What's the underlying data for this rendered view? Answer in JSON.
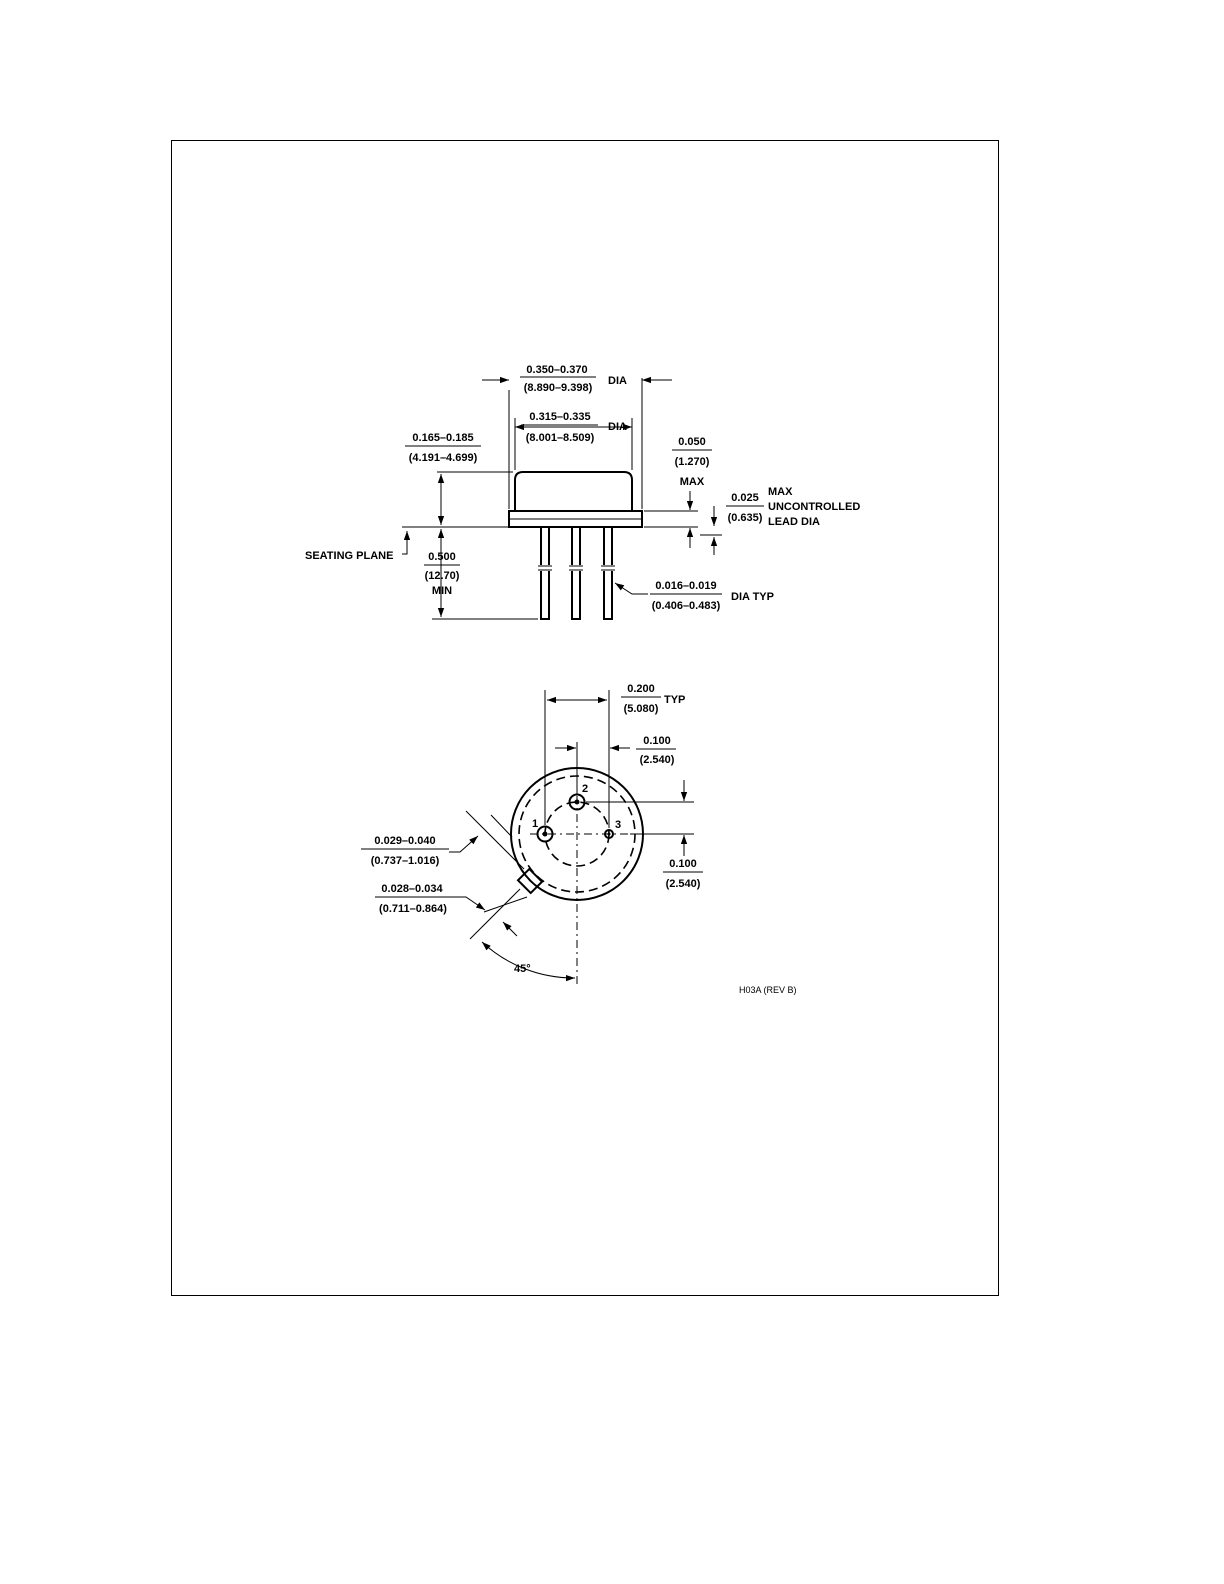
{
  "side_view": {
    "cap_dia": {
      "top": "0.350–0.370",
      "bottom": "(8.890–9.398)",
      "suffix": "DIA"
    },
    "body_dia": {
      "top": "0.315–0.335",
      "bottom": "(8.001–8.509)",
      "suffix": "DIA"
    },
    "height": {
      "top": "0.165–0.185",
      "bottom": "(4.191–4.699)"
    },
    "flange": {
      "top": "0.050",
      "bottom": "(1.270)",
      "suffix": "MAX"
    },
    "lead_uncontrolled": {
      "top": "0.025",
      "bottom": "(0.635)",
      "line1": "MAX",
      "line2": "UNCONTROLLED",
      "line3": "LEAD DIA"
    },
    "seating_plane": "SEATING PLANE",
    "lead_length": {
      "top": "0.500",
      "bottom": "(12.70)",
      "suffix": "MIN"
    },
    "lead_dia": {
      "top": "0.016–0.019",
      "bottom": "(0.406–0.483)",
      "suffix": "DIA TYP"
    }
  },
  "bottom_view": {
    "pin_circle": {
      "top": "0.200",
      "bottom": "(5.080)",
      "suffix": "TYP"
    },
    "half_spacing_h": {
      "top": "0.100",
      "bottom": "(2.540)"
    },
    "half_spacing_v": {
      "top": "0.100",
      "bottom": "(2.540)"
    },
    "tab_length": {
      "top": "0.029–0.040",
      "bottom": "(0.737–1.016)"
    },
    "tab_width": {
      "top": "0.028–0.034",
      "bottom": "(0.711–0.864)"
    },
    "angle": "45°",
    "pins": [
      "1",
      "2",
      "3"
    ]
  },
  "drawing_id": "H03A (REV B)"
}
